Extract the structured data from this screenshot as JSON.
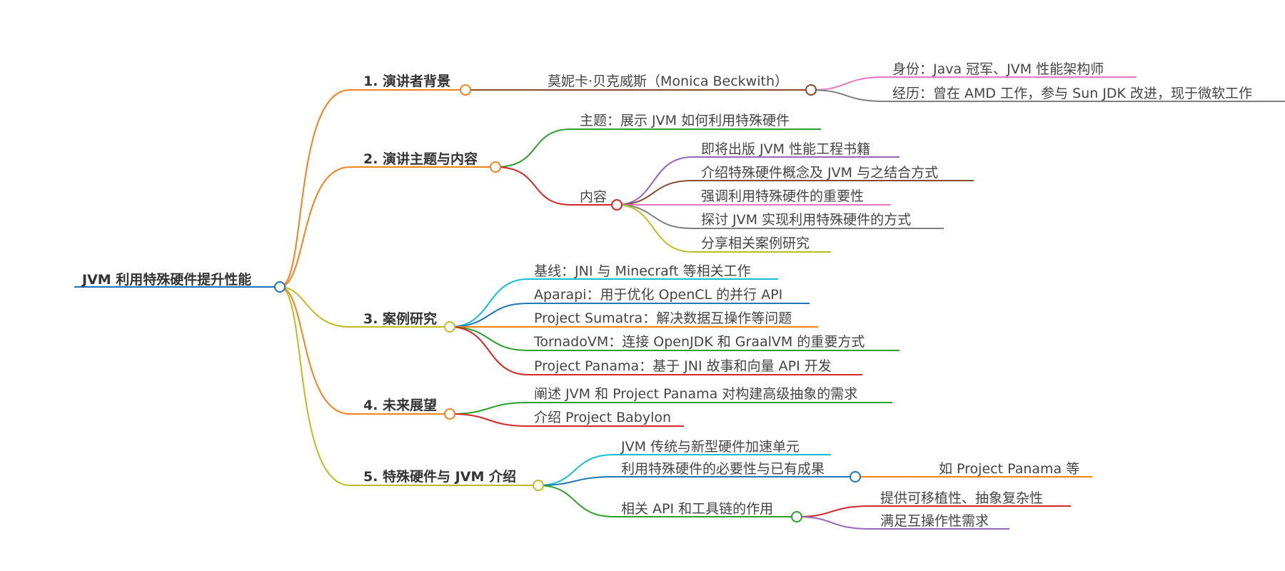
{
  "colors": {
    "root": "#2170c0",
    "main": "#f58220",
    "c_brown": "#8b4a2e",
    "c_green": "#2ba02b",
    "c_red": "#d62728",
    "c_purple": "#9467bd",
    "c_pink": "#e377c2",
    "c_gray": "#7f7f7f",
    "c_olive": "#bcbd22",
    "c_cyan": "#17becf",
    "c_blue": "#1f77b4",
    "c_orange": "#ff7f0e"
  },
  "mindmap": {
    "root": "JVM 利用特殊硬件提升性能",
    "b1": {
      "title": "1. 演讲者背景",
      "speaker": "莫妮卡·贝克威斯（Monica Beckwith）",
      "identity": "身份：Java 冠军、JVM 性能架构师",
      "experience": "经历：曾在 AMD 工作，参与 Sun JDK 改进，现于微软工作"
    },
    "b2": {
      "title": "2. 演讲主题与内容",
      "topic": "主题：展示 JVM 如何利用特殊硬件",
      "content": "内容",
      "items": [
        "即将出版 JVM 性能工程书籍",
        "介绍特殊硬件概念及 JVM 与之结合方式",
        "强调利用特殊硬件的重要性",
        "探讨 JVM 实现利用特殊硬件的方式",
        "分享相关案例研究"
      ]
    },
    "b3": {
      "title": "3. 案例研究",
      "items": [
        "基线：JNI 与 Minecraft 等相关工作",
        "Aparapi：用于优化 OpenCL 的并行 API",
        "Project Sumatra：解决数据互操作等问题",
        "TornadoVM：连接 OpenJDK 和 GraalVM 的重要方式",
        "Project Panama：基于 JNI 故事和向量 API 开发"
      ]
    },
    "b4": {
      "title": "4. 未来展望",
      "items": [
        "阐述 JVM 和 Project Panama 对构建高级抽象的需求",
        "介绍 Project Babylon"
      ]
    },
    "b5": {
      "title": "5. 特殊硬件与 JVM 介绍",
      "traditional": "JVM 传统与新型硬件加速单元",
      "necessity": "利用特殊硬件的必要性与已有成果",
      "necessity_example": "如 Project Panama 等",
      "api": "相关 API 和工具链的作用",
      "api_items": [
        "提供可移植性、抽象复杂性",
        "满足互操作性需求"
      ]
    }
  }
}
